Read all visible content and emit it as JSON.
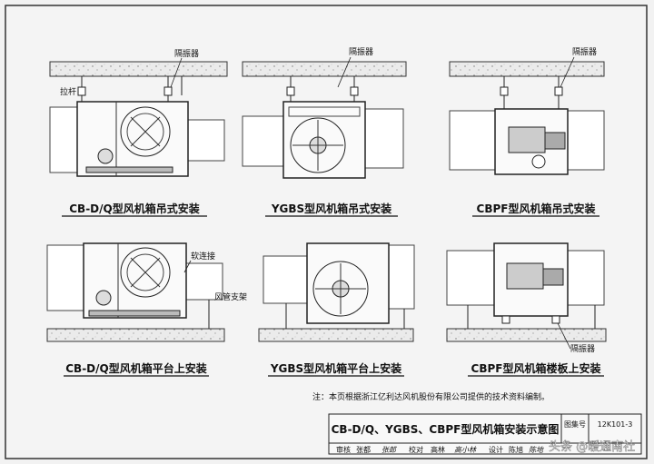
{
  "captions": [
    "CB-D/Q型风机箱吊式安装",
    "YGBS型风机箱吊式安装",
    "CBPF型风机箱吊式安装",
    "CB-D/Q型风机箱平台上安装",
    "YGBS型风机箱平台上安装",
    "CBPF型风机箱楼板上安装"
  ],
  "labels": {
    "hanger_rod": "拉杆",
    "isolator": "隔振器",
    "soft_connection": "软连接",
    "duct_support": "风管支架"
  },
  "note": "注：本页根据浙江亿利达风机股份有限公司提供的技术资料编制。",
  "title_block": {
    "title": "CB-D/Q、YGBS、CBPF型风机箱安装示意图",
    "atlas_label": "图集号",
    "atlas_number": "12K101-3",
    "row": [
      "审核",
      "张都",
      "张郎",
      "校对",
      "高林",
      "高小林",
      "设计",
      "陈旭",
      "陈地"
    ]
  },
  "watermark": "头条 @暖通南社"
}
